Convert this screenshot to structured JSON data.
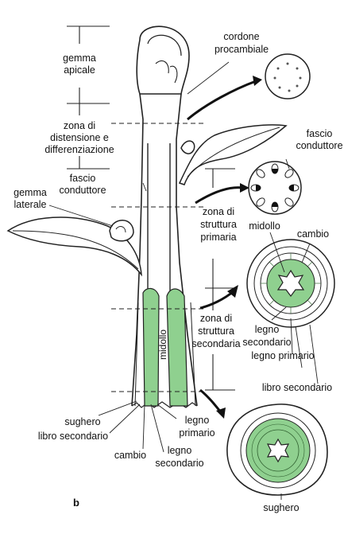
{
  "figure": {
    "panel_letter": "b",
    "colors": {
      "green": "#8fd08f",
      "ink": "#111111",
      "outline": "#222222",
      "paper": "#ffffff"
    },
    "labels": {
      "gemma_apicale_1": "gemma",
      "gemma_apicale_2": "apicale",
      "zona_dist_1": "zona di",
      "zona_dist_2": "distensione e",
      "zona_dist_3": "differenziazione",
      "fascio_left_1": "fascio",
      "fascio_left_2": "conduttore",
      "gemma_lat_1": "gemma",
      "gemma_lat_2": "laterale",
      "cordone_1": "cordone",
      "cordone_2": "procambiale",
      "fascio_right_1": "fascio",
      "fascio_right_2": "conduttore",
      "zona_prim_1": "zona di",
      "zona_prim_2": "struttura",
      "zona_prim_3": "primaria",
      "midollo_top": "midollo",
      "cambio_top": "cambio",
      "midollo_stem": "midollo",
      "zona_sec_1": "zona di",
      "zona_sec_2": "struttura",
      "zona_sec_3": "secondaria",
      "legno_sec_r1": "legno",
      "legno_sec_r2": "secondario",
      "legno_prim_r": "legno primario",
      "libro_sec_r": "libro secondario",
      "sughero_l": "sughero",
      "libro_sec_l": "libro secondario",
      "cambio_l": "cambio",
      "legno_prim_b1": "legno",
      "legno_prim_b2": "primario",
      "legno_sec_b1": "legno",
      "legno_sec_b2": "secondario",
      "sughero_b": "sughero"
    }
  }
}
